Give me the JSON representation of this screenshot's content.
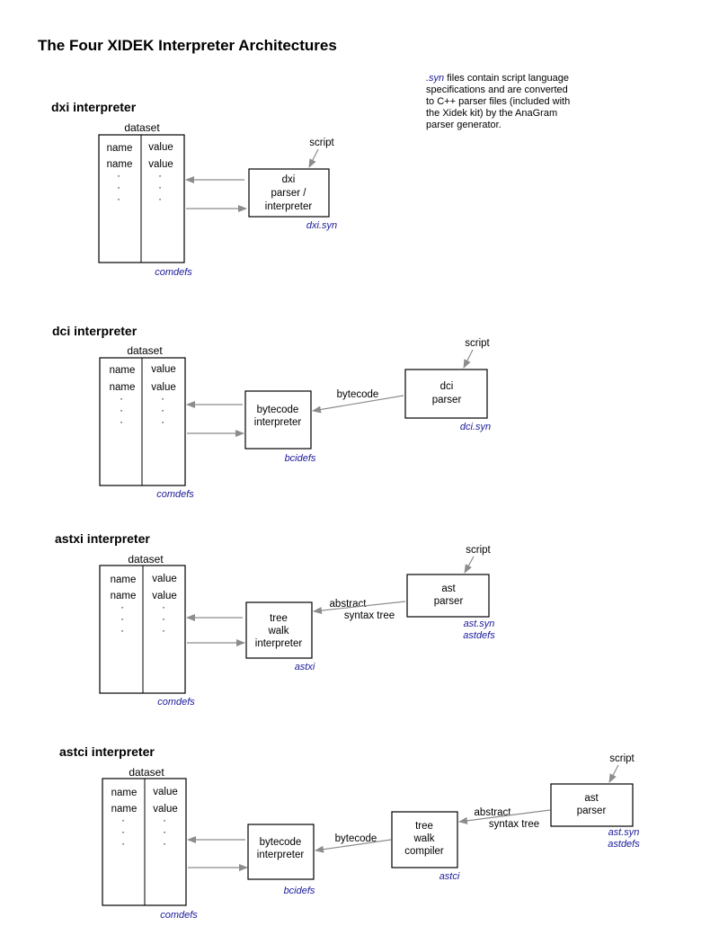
{
  "title": "The Four XIDEK Interpreter Architectures",
  "note": {
    "lines": [
      {
        "em": ".syn",
        "text": " files contain script language"
      },
      {
        "text": "specifications and are converted"
      },
      {
        "text": "to C++ parser files (included with"
      },
      {
        "text": "the  Xidek kit) by the AnaGram"
      },
      {
        "text": "parser generator."
      }
    ]
  },
  "dataset_common": {
    "label": "dataset",
    "col_name": "name",
    "col_value": "value",
    "dot": "·",
    "ref": "comdefs"
  },
  "sections": {
    "dxi": {
      "heading": "dxi  interpreter",
      "script_label": "script",
      "parser_lines": [
        "dxi",
        "parser /",
        "interpreter"
      ],
      "parser_ref": "dxi.syn"
    },
    "dci": {
      "heading": "dci  interpreter",
      "script_label": "script",
      "parser_lines": [
        "dci",
        "parser"
      ],
      "parser_ref": "dci.syn",
      "link_label": "bytecode",
      "interp_lines": [
        "bytecode",
        "interpreter"
      ],
      "interp_ref": "bcidefs"
    },
    "astxi": {
      "heading": "astxi interpreter",
      "script_label": "script",
      "parser_lines": [
        "ast",
        "parser"
      ],
      "parser_refs": [
        "ast.syn",
        "astdefs"
      ],
      "link_label_lines": [
        "abstract",
        "syntax tree"
      ],
      "interp_lines": [
        "tree",
        "walk",
        "interpreter"
      ],
      "interp_ref": "astxi"
    },
    "astci": {
      "heading": "astci interpreter",
      "script_label": "script",
      "parser_lines": [
        "ast",
        "parser"
      ],
      "parser_refs": [
        "ast.syn",
        "astdefs"
      ],
      "link_label_lines": [
        "abstract",
        "syntax tree"
      ],
      "compiler_lines": [
        "tree",
        "walk",
        "compiler"
      ],
      "compiler_ref": "astci",
      "link2_label": "bytecode",
      "interp_lines": [
        "bytecode",
        "interpreter"
      ],
      "interp_ref": "bcidefs"
    }
  }
}
